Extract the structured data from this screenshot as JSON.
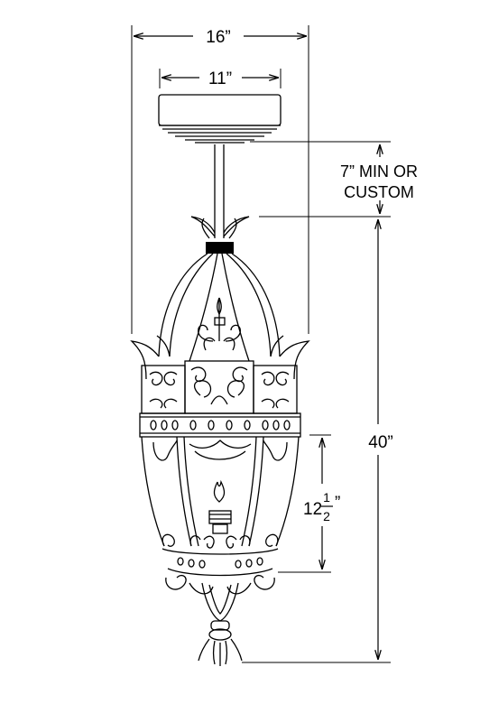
{
  "dimensions": {
    "overall_width": "16”",
    "canopy_width": "11”",
    "stem_length_line1": "7” MIN OR",
    "stem_length_line2": "CUSTOM",
    "overall_height": "40”",
    "glass_height_whole": "12",
    "glass_height_numerator": "1",
    "glass_height_denominator": "2",
    "inch_mark": "”"
  },
  "colors": {
    "line": "#000000",
    "background": "#ffffff"
  }
}
